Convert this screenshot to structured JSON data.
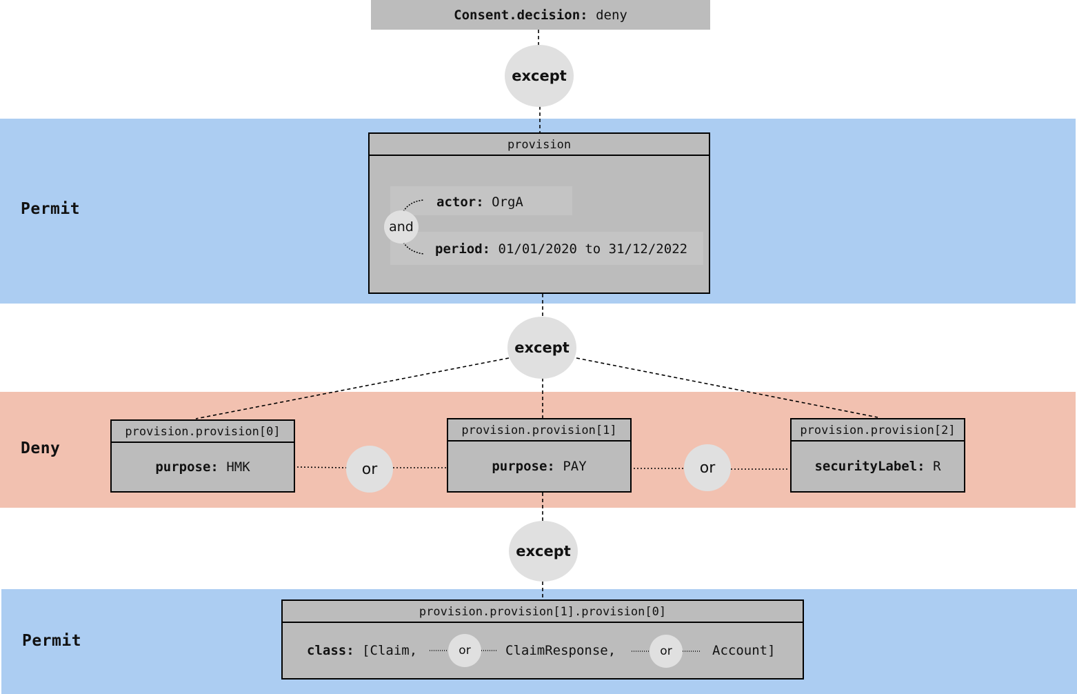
{
  "top": {
    "key": "Consent.decision:",
    "value": "deny"
  },
  "operators": {
    "except": "except",
    "or": "or",
    "and": "and"
  },
  "bands": [
    {
      "label": "Permit",
      "type": "permit"
    },
    {
      "label": "Deny",
      "type": "deny"
    },
    {
      "label": "Permit",
      "type": "permit"
    }
  ],
  "provision": {
    "title": "provision",
    "rules": [
      {
        "key": "actor:",
        "value": "OrgA"
      },
      {
        "key": "period:",
        "value": "01/01/2020 to 31/12/2022"
      }
    ]
  },
  "subprovisions": [
    {
      "title": "provision.provision[0]",
      "key": "purpose:",
      "value": "HMK"
    },
    {
      "title": "provision.provision[1]",
      "key": "purpose:",
      "value": "PAY"
    },
    {
      "title": "provision.provision[2]",
      "key": "securityLabel:",
      "value": "R"
    }
  ],
  "nested": {
    "title": "provision.provision[1].provision[0]",
    "key": "class:",
    "values": [
      "[Claim,",
      "ClaimResponse,",
      "Account]"
    ]
  },
  "colors": {
    "permit": "#accdf2",
    "deny": "#f2c1b0",
    "box": "#bcbcbc",
    "operator": "#e0e0e0"
  }
}
